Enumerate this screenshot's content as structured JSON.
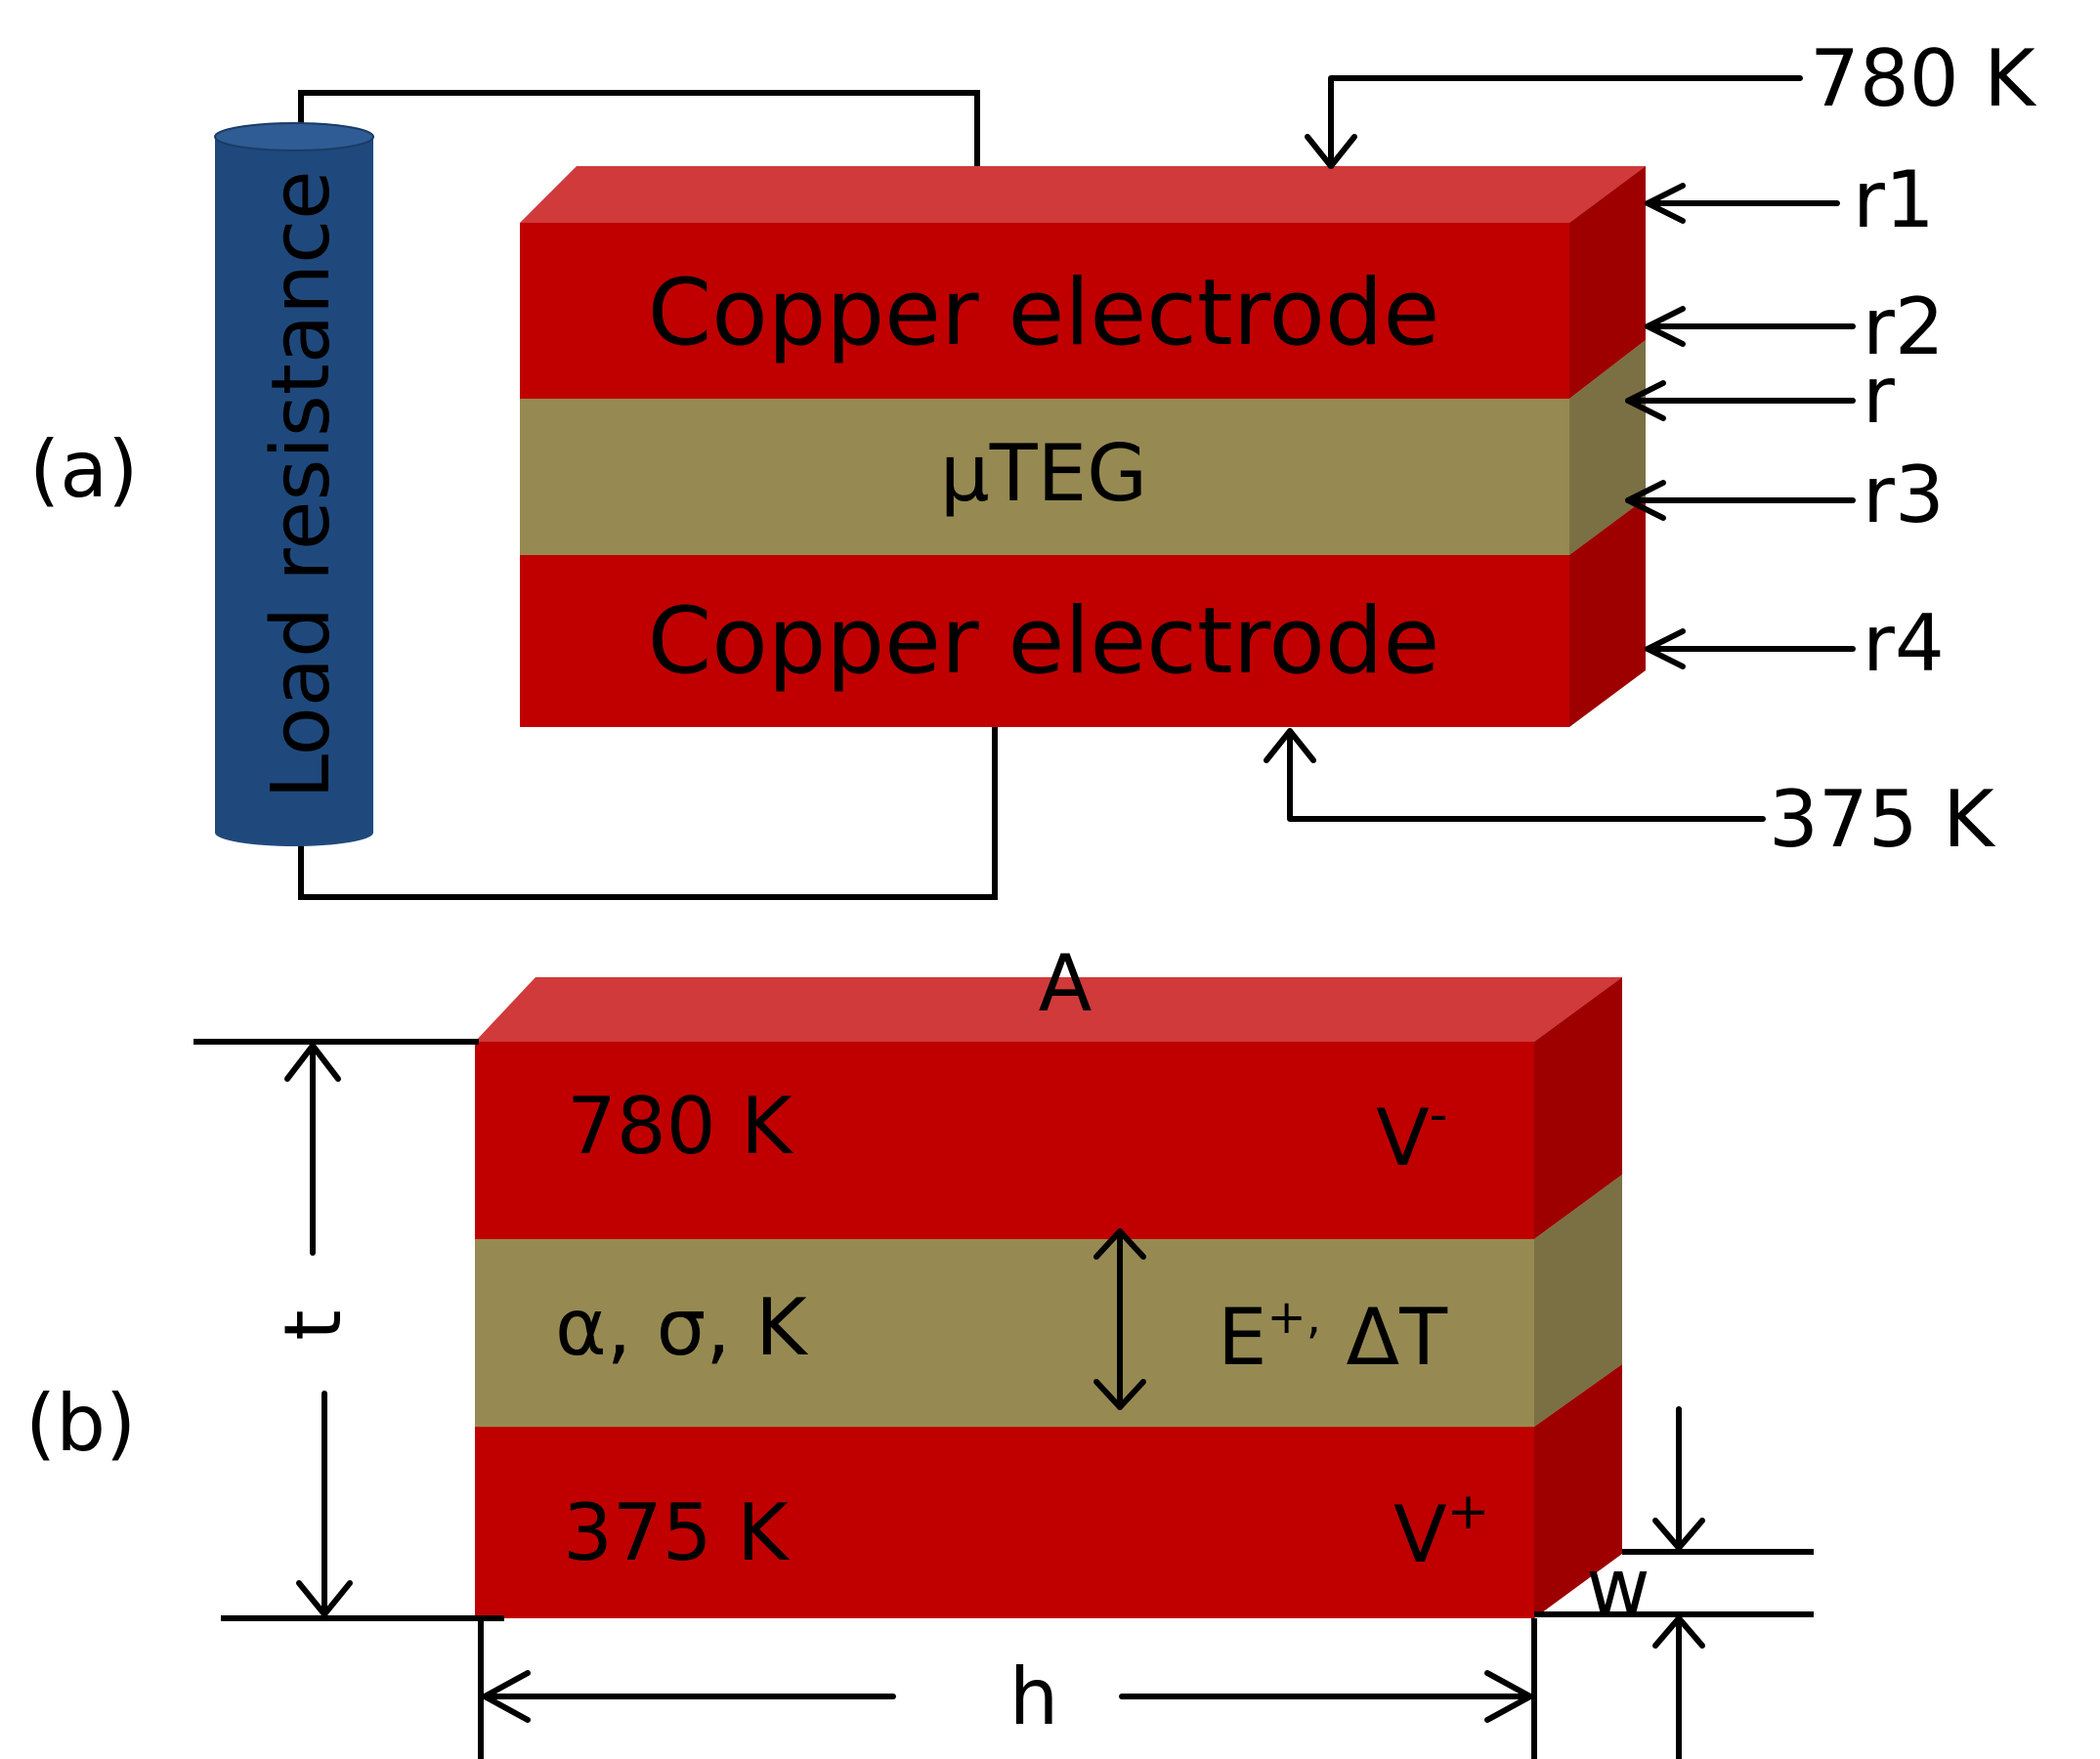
{
  "colors": {
    "copper_front": "#c00000",
    "copper_top": "#d03a3a",
    "copper_side": "#9e0000",
    "teg_front": "#968a52",
    "teg_side": "#7a7044",
    "load_fill": "#1f497d",
    "load_top": "#2f5c94"
  },
  "panel_a": {
    "label": "(a)",
    "load_resistance": "Load resistance",
    "top_electrode": "Copper electrode",
    "middle_layer": "μTEG",
    "bottom_electrode": "Copper electrode",
    "hot_temp": "780 K",
    "cold_temp": "375 K",
    "radii": [
      "r1",
      "r2",
      "r",
      "r3",
      "r4"
    ]
  },
  "panel_b": {
    "label": "(b)",
    "area": "A",
    "hot_temp": "780 K",
    "cold_temp": "375 K",
    "v_minus": "V",
    "v_minus_sup": "-",
    "v_plus": "V",
    "v_plus_sup": "+",
    "properties": "α, σ, K",
    "field_e": "E",
    "field_e_sup": "+,",
    "field_dt": " ΔT",
    "thickness": "t",
    "height": "h",
    "width": "w"
  }
}
